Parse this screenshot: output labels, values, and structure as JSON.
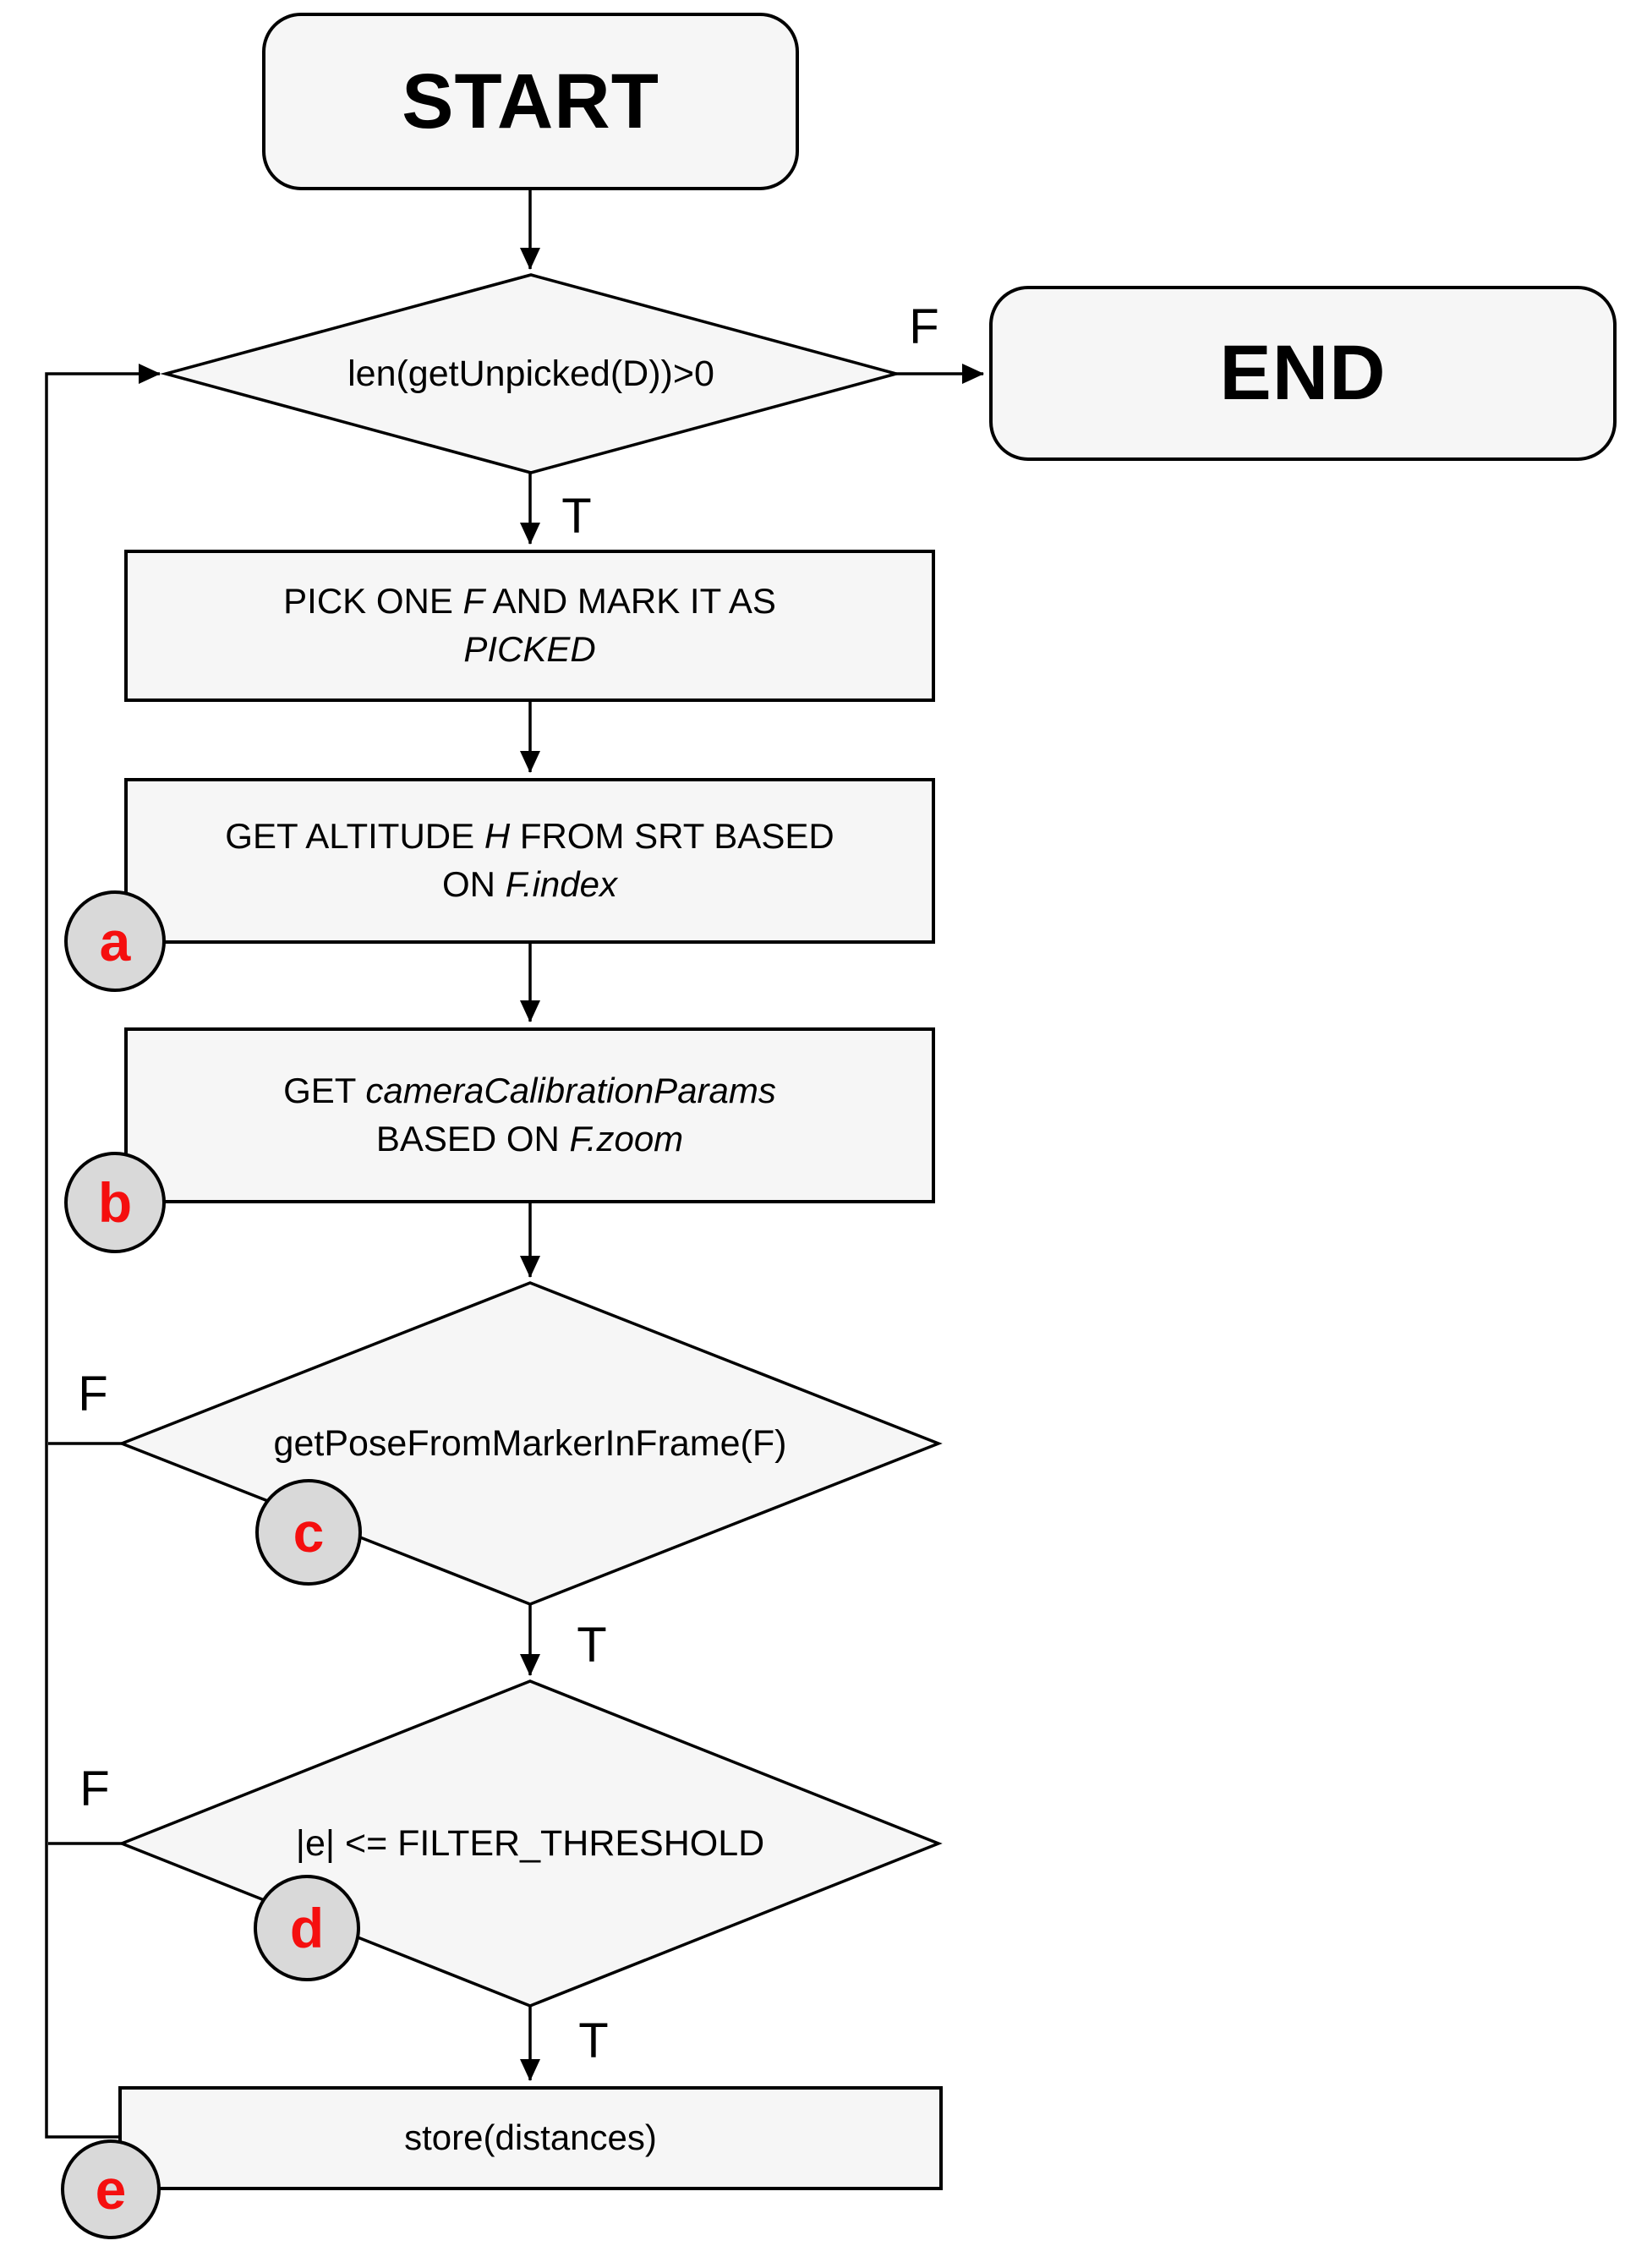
{
  "diagram": {
    "type": "flowchart",
    "colors": {
      "node_fill": "#f6f6f6",
      "node_border": "#000000",
      "marker_fill": "#d9d9d9",
      "marker_letter_color": "#f50f0f",
      "text_color": "#000000",
      "background": "#ffffff"
    },
    "nodes": {
      "start": {
        "type": "terminator",
        "label": "START"
      },
      "end": {
        "type": "terminator",
        "label": "END"
      },
      "check_unpicked": {
        "type": "decision",
        "label": "len(getUnpicked(D))>0",
        "true_label": "T",
        "false_label": "F"
      },
      "pick_one": {
        "type": "process",
        "line1_prefix": "PICK ONE ",
        "line1_italic": "F",
        "line1_suffix": " AND MARK IT AS",
        "line2_italic": "PICKED"
      },
      "get_altitude": {
        "type": "process",
        "line1_prefix": "GET ALTITUDE ",
        "line1_italic": "H",
        "line1_suffix": " FROM SRT BASED",
        "line2_prefix": "ON ",
        "line2_italic": "F.index",
        "marker": "a"
      },
      "get_camera_params": {
        "type": "process",
        "line1_prefix": "GET ",
        "line1_italic": "cameraCalibrationParams",
        "line2_prefix": "BASED ON ",
        "line2_italic": "F.zoom",
        "marker": "b"
      },
      "get_pose": {
        "type": "decision",
        "label": "getPoseFromMarkerInFrame(F)",
        "true_label": "T",
        "false_label": "F",
        "marker": "c"
      },
      "filter_check": {
        "type": "decision",
        "label": "|e| <= FILTER_THRESHOLD",
        "true_label": "T",
        "false_label": "F",
        "marker": "d"
      },
      "store": {
        "type": "process",
        "label": "store(distances)",
        "marker": "e"
      }
    }
  }
}
